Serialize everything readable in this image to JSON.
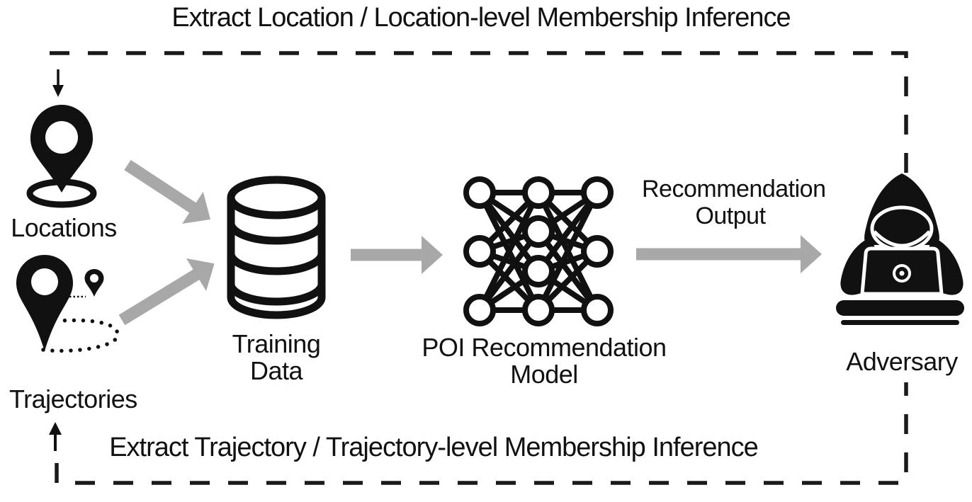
{
  "diagram": {
    "background_color": "#ffffff",
    "ink_color": "#111111",
    "arrow_color": "#a8a8a8",
    "top_flow_label": "Extract Location / Location-level Membership Inference",
    "bottom_flow_label": "Extract Trajectory / Trajectory-level Membership Inference",
    "nodes": {
      "locations": {
        "label": "Locations"
      },
      "trajectories": {
        "label": "Trajectories"
      },
      "training_data": {
        "line1": "Training",
        "line2": "Data"
      },
      "poi_model": {
        "line1": "POI Recommendation",
        "line2": "Model"
      },
      "adversary": {
        "label": "Adversary"
      }
    },
    "flows": {
      "recommendation_output": {
        "line1": "Recommendation",
        "line2": "Output"
      }
    }
  }
}
